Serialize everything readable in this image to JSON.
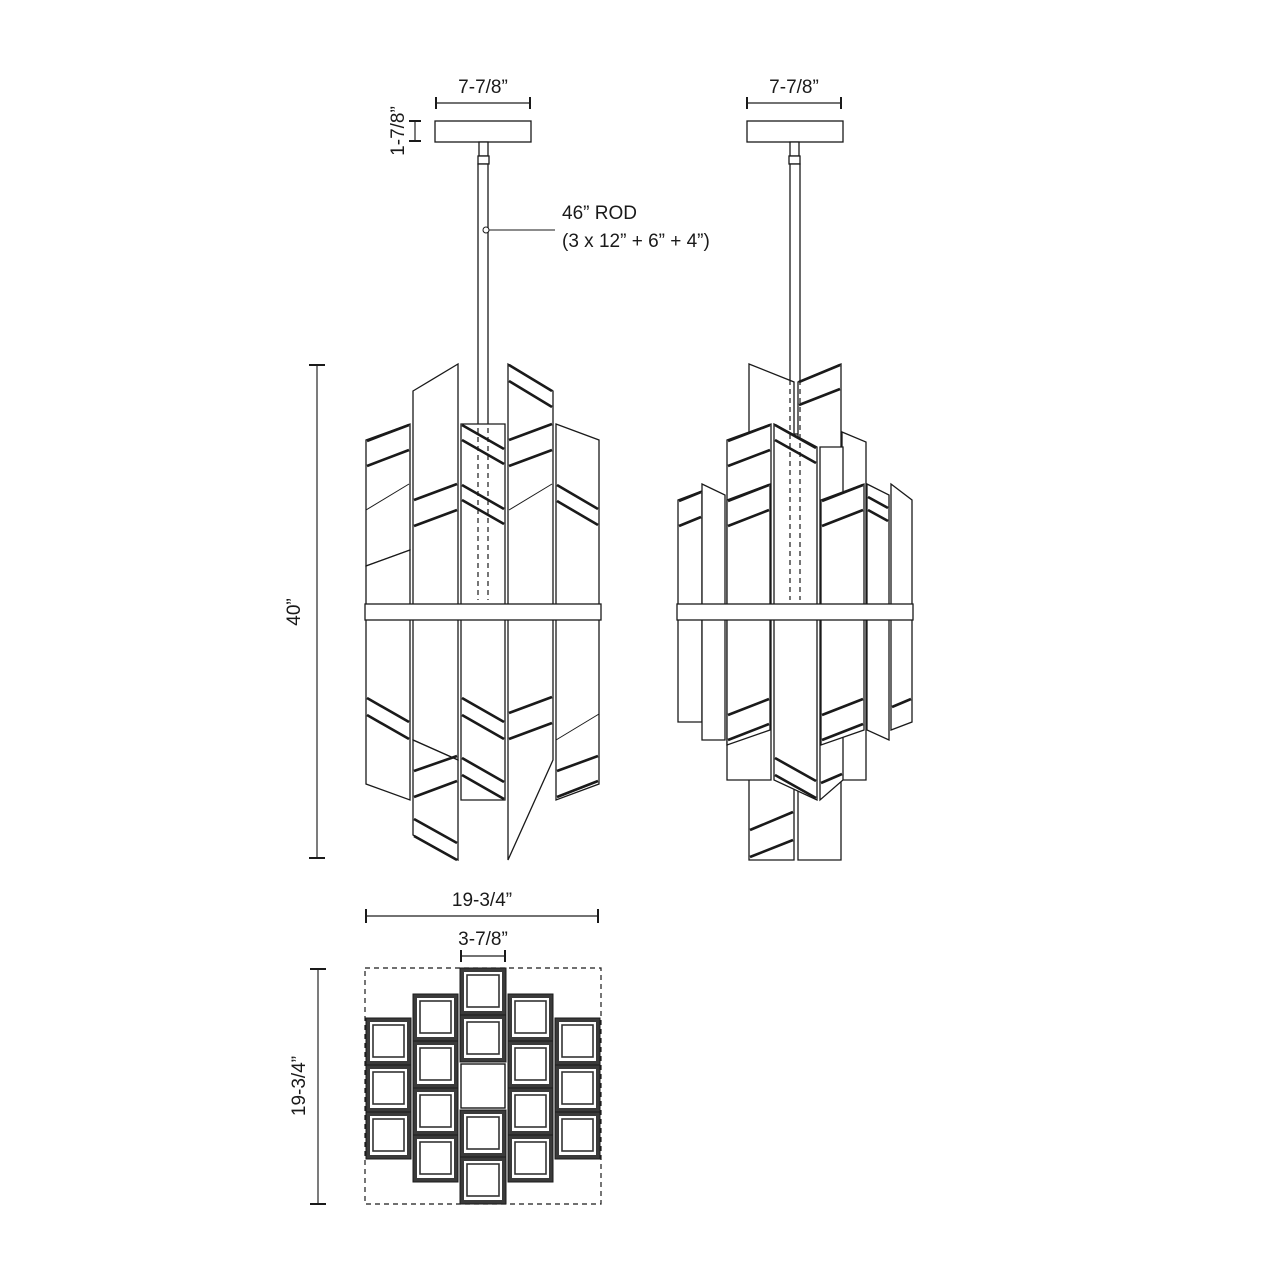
{
  "drawing": {
    "title": "Pendant fixture dimension drawing",
    "line_color": "#1a1a1a",
    "background": "#ffffff"
  },
  "dimensions": {
    "canopy_width_front": "7-7/8”",
    "canopy_width_side": "7-7/8”",
    "canopy_height": "1-7/8”",
    "rod_label_line1": "46” ROD",
    "rod_label_line2": "(3 x 12” + 6” + 4”)",
    "body_height": "40”",
    "plan_width": "19-3/4”",
    "plan_depth": "19-3/4”",
    "panel_width": "3-7/8”"
  },
  "views": [
    {
      "name": "front-elevation"
    },
    {
      "name": "side-elevation"
    },
    {
      "name": "plan-view"
    }
  ]
}
